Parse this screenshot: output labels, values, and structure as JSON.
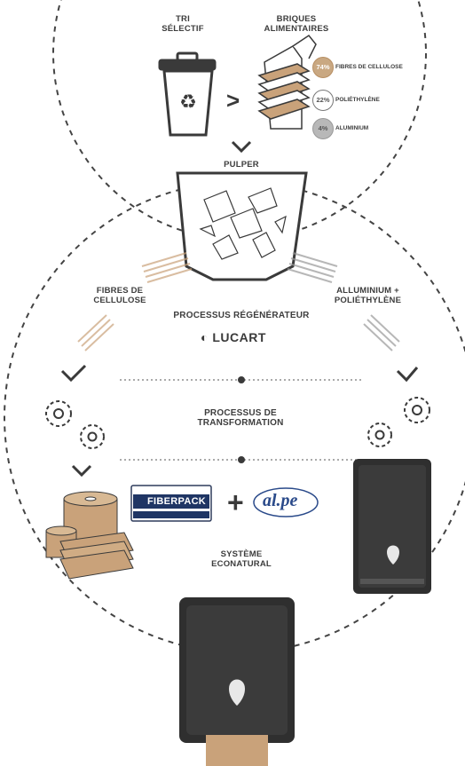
{
  "labels": {
    "tri_selectif": [
      "TRI",
      "SÉLECTIF"
    ],
    "briques": [
      "BRIQUES",
      "ALIMENTAIRES"
    ],
    "pulper": "PULPER",
    "fibres": [
      "FIBRES DE",
      "CELLULOSE"
    ],
    "alu_poly": [
      "ALLUMINIUM +",
      "POLIÉTHYLÈNE"
    ],
    "processus_regen": "PROCESSUS RÉGÉNÉRATEUR",
    "processus_transfo": [
      "PROCESSUS DE",
      "TRANSFORMATION"
    ],
    "systeme": [
      "SYSTÈME",
      "ECONATURAL"
    ]
  },
  "composition": [
    {
      "value": "74%",
      "label": "FIBRES DE CELLULOSE",
      "color": "#c9a882"
    },
    {
      "value": "22%",
      "label": "POLIÉTHYLÈNE",
      "color": "#ffffff"
    },
    {
      "value": "4%",
      "label": "ALUMINIUM",
      "color": "#b8b8b8"
    }
  ],
  "brands": {
    "lucart": "LUCART",
    "fiberpack": "FIBERPACK",
    "alpe": "al.pe"
  },
  "symbols": {
    "greater_than": ">",
    "plus": "+"
  },
  "colors": {
    "kraft": "#c9a27a",
    "dark": "#3a3a3a",
    "dispenser": "#2f2f2f",
    "dash": "#444444"
  }
}
